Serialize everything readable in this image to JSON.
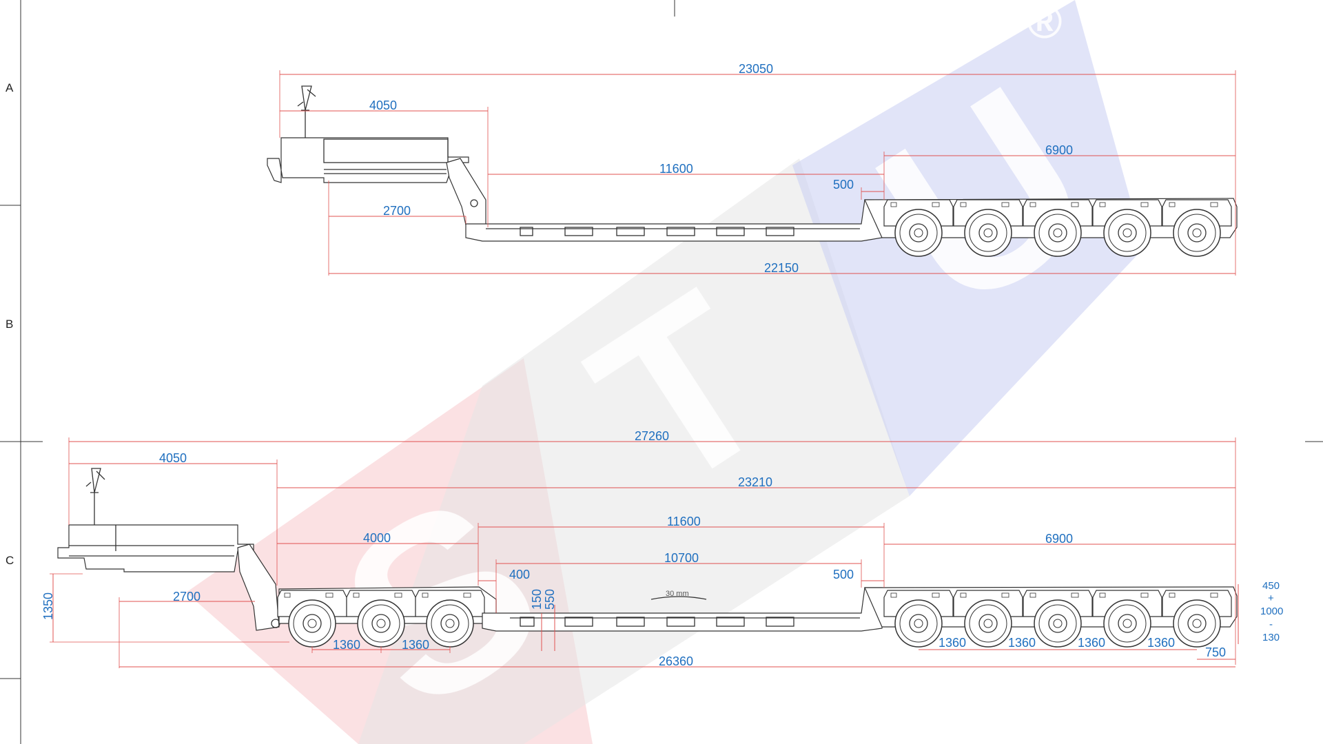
{
  "row_labels": [
    "A",
    "B",
    "C"
  ],
  "watermark": {
    "letters": [
      "S",
      "T",
      "U"
    ],
    "mark": "®",
    "colors": {
      "red": "#f7c9cc",
      "grey": "#e6e6e6",
      "blue": "#c9cdf3"
    }
  },
  "top_view": {
    "dims": {
      "overall": "23050",
      "gooseneck": "4050",
      "deck": "11600",
      "rear_bogie": "6900",
      "gap": "500",
      "front_to_deck": "2700",
      "total_lower": "22150"
    },
    "rear_axles": 5
  },
  "bottom_view": {
    "dims": {
      "overall": "27260",
      "gooseneck": "4050",
      "platform": "23210",
      "deck": "11600",
      "rear_bogie": "6900",
      "front_bogie": "4000",
      "deck_inner": "10700",
      "gap_front": "400",
      "gap_rear": "500",
      "height": "1350",
      "front_offset": "2700",
      "step_a": "150",
      "step_b": "550",
      "front_spacing_1": "1360",
      "front_spacing_2": "1360",
      "rear_spacing_1": "1360",
      "rear_spacing_2": "1360",
      "rear_spacing_3": "1360",
      "rear_spacing_4": "1360",
      "rear_overhang": "750",
      "total_lower": "26360",
      "stroke_450": "450",
      "plus": "+",
      "stroke_1000": "1000",
      "minus": "-",
      "stroke_130": "130",
      "center_note": "30 mm"
    },
    "front_axles": 3,
    "rear_axles": 5
  }
}
